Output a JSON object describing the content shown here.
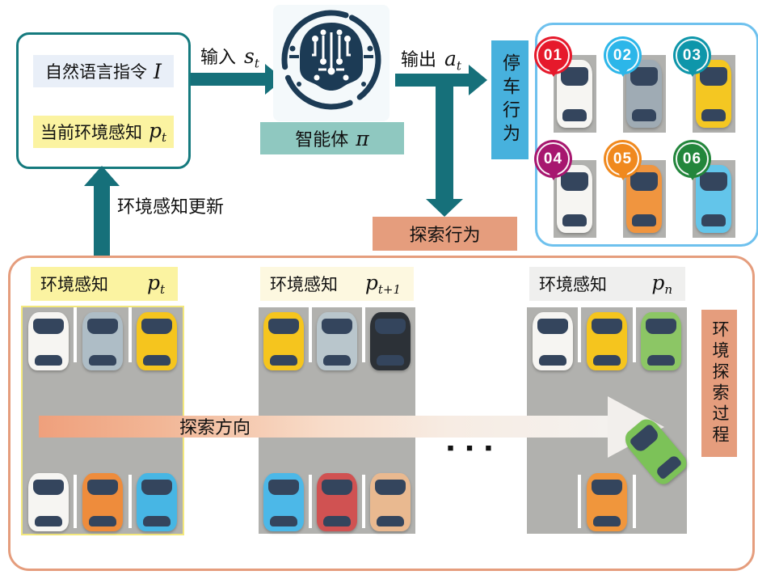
{
  "colors": {
    "teal": "#16707a",
    "teal_border": "#157a7e",
    "agent_bg": "#8fc8c0",
    "parking_bg": "#47b1dd",
    "salmon": "#e59d7d",
    "yellow_label": "#fbf3a1",
    "instruction_bg": "#e9eff8",
    "lot_gray": "#b1b1ae",
    "target_border": "#6ec1ee",
    "brain_navy": "#1c3b55",
    "car_window": "#34455d"
  },
  "top_left": {
    "instruction_label": "自然语言指令",
    "instruction_var": "I",
    "perception_label": "当前环境感知",
    "perception_var": {
      "base": "p",
      "sub": "t"
    }
  },
  "flow": {
    "input_label": "输入",
    "input_var": {
      "base": "s",
      "sub": "t"
    },
    "output_label": "输出",
    "output_var": {
      "base": "a",
      "sub": "t"
    },
    "agent_label": "智能体",
    "agent_var": "π",
    "update_label": "环境感知更新",
    "parking_action": "停车行为",
    "explore_action": "探索行为"
  },
  "target_lot": {
    "spots": [
      {
        "num": "01",
        "pin_color": "#e6192b",
        "car_color": "#f6f5f2"
      },
      {
        "num": "02",
        "pin_color": "#2cb6e9",
        "car_color": "#9fabb4"
      },
      {
        "num": "03",
        "pin_color": "#0e96aa",
        "car_color": "#f4c722"
      },
      {
        "num": "04",
        "pin_color": "#a7176f",
        "car_color": "#f6f5f2"
      },
      {
        "num": "05",
        "pin_color": "#f0891e",
        "car_color": "#f0953f"
      },
      {
        "num": "06",
        "pin_color": "#23863c",
        "car_color": "#63c5ea"
      }
    ]
  },
  "timeline": {
    "direction_label": "探索方向",
    "process_label": "环境探索过程",
    "ellipsis": "■ ■ ■",
    "moving_car_color": "#7cc258",
    "scenes": [
      {
        "label": "环境感知",
        "var": {
          "base": "p",
          "sub": "t"
        },
        "label_bg": "#fbf3a1",
        "top_cars": [
          "#f6f5f2",
          "#aebdc6",
          "#f5c51e"
        ],
        "bottom_cars": [
          "#f6f5f2",
          "#ee8c3c",
          "#47b6e4"
        ]
      },
      {
        "label": "环境感知",
        "var": {
          "base": "p",
          "sub": "t+1"
        },
        "label_bg": "#fdf8e0",
        "top_cars": [
          "#f5c51e",
          "#b9c6cc",
          "#2c3137"
        ],
        "bottom_cars": [
          "#4cb8e8",
          "#d05252",
          "#e9b990"
        ]
      },
      {
        "label": "环境感知",
        "var": {
          "base": "p",
          "sub": "n"
        },
        "label_bg": "#efefee",
        "top_cars": [
          "#f6f5f2",
          "#f5c51e",
          "#8cc665"
        ],
        "bottom_cars": [
          null,
          "#f0963c",
          null
        ]
      }
    ]
  }
}
